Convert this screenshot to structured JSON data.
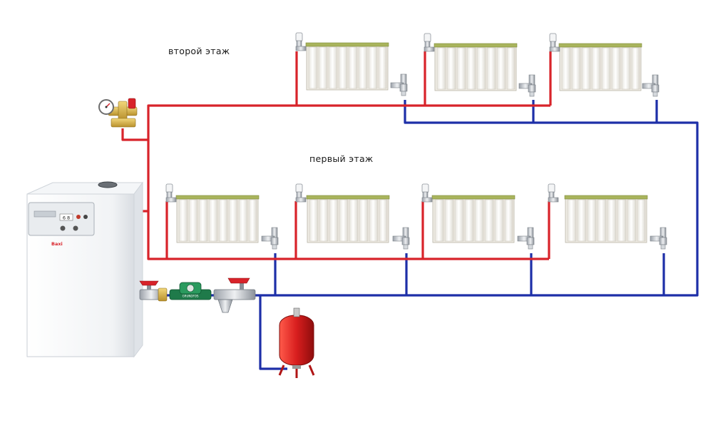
{
  "floors": {
    "second": "второй этаж",
    "first": "первый этаж"
  },
  "boiler": {
    "brand": "Baxi",
    "panel_display": "6 8"
  },
  "circulation_pump": {
    "text": "GRUNDFOS"
  },
  "colors": {
    "supply": "#d8232a",
    "return": "#1d2fa8",
    "radiator_top": "#9aa84a",
    "expansion_tank": "#d81e1e"
  },
  "radiators": {
    "second_floor": 3,
    "first_floor": 4
  }
}
